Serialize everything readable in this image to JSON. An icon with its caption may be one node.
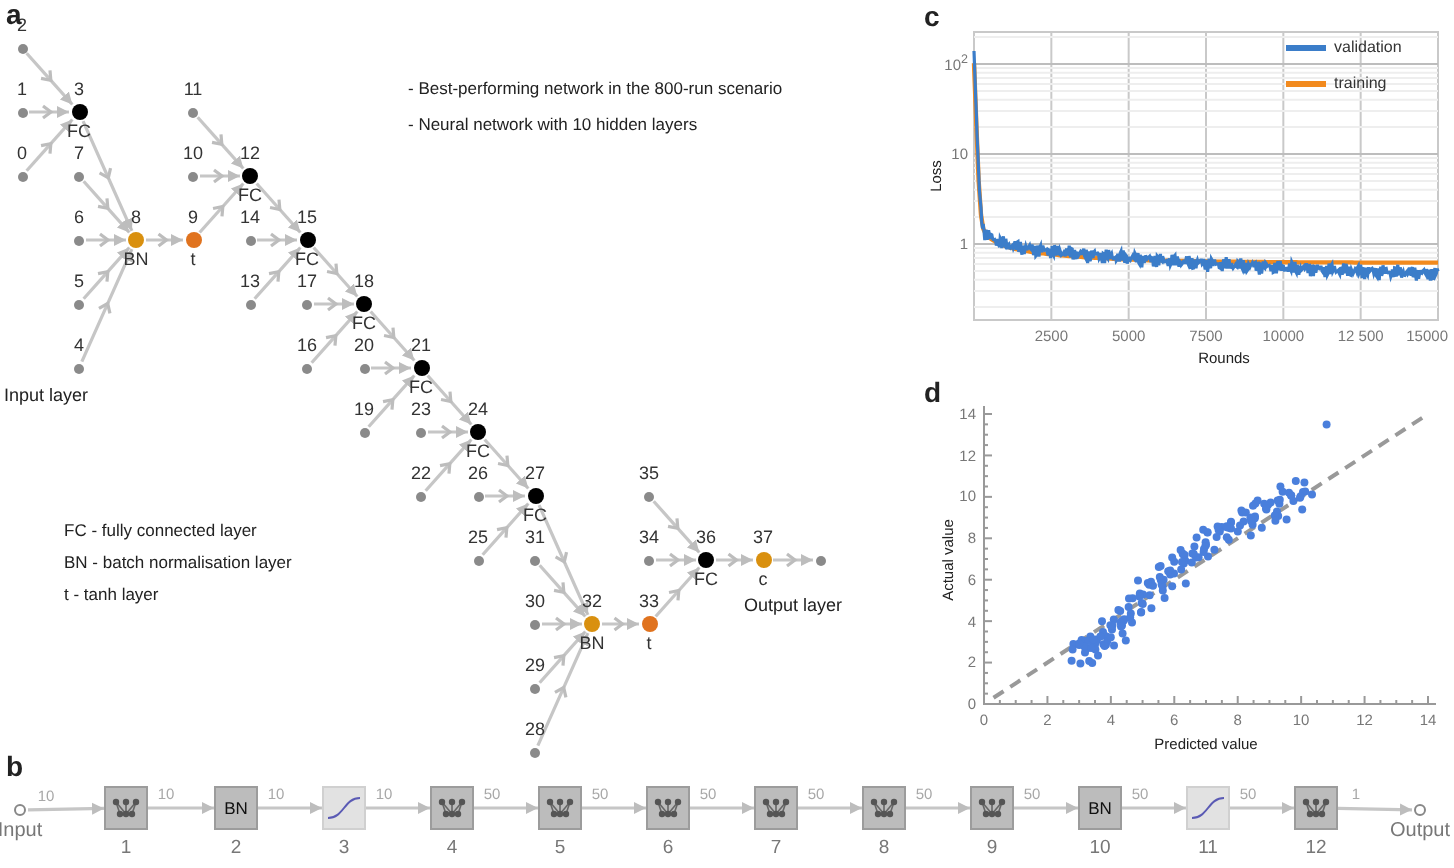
{
  "diagram": {
    "nodes": [
      {
        "text": [
          "0"
        ]
      },
      {
        "text": [
          "1"
        ]
      },
      {
        "text": [
          "2"
        ]
      },
      {
        "text": [
          "3",
          "FC"
        ]
      },
      {
        "text": [
          "4"
        ]
      },
      {
        "text": [
          "5"
        ]
      },
      {
        "text": [
          "6"
        ]
      },
      {
        "text": [
          "7"
        ]
      },
      {
        "text": [
          "8",
          "BN"
        ]
      },
      {
        "text": [
          "9",
          "t"
        ]
      },
      {
        "text": [
          "10"
        ]
      },
      {
        "text": [
          "11"
        ]
      },
      {
        "text": [
          "12",
          "FC"
        ]
      },
      {
        "text": [
          "13"
        ]
      },
      {
        "text": [
          "14"
        ]
      },
      {
        "text": [
          "15",
          "FC"
        ]
      },
      {
        "text": [
          "16"
        ]
      },
      {
        "text": [
          "17"
        ]
      },
      {
        "text": [
          "18",
          "FC"
        ]
      },
      {
        "text": [
          "19"
        ]
      },
      {
        "text": [
          "20"
        ]
      },
      {
        "text": [
          "21",
          "FC"
        ]
      },
      {
        "text": [
          "22"
        ]
      },
      {
        "text": [
          "23"
        ]
      },
      {
        "text": [
          "24",
          "FC"
        ]
      },
      {
        "text": [
          "25"
        ]
      },
      {
        "text": [
          "26"
        ]
      },
      {
        "text": [
          "27",
          "FC"
        ]
      },
      {
        "text": [
          "28"
        ]
      },
      {
        "text": [
          "29"
        ]
      },
      {
        "text": [
          "30"
        ]
      },
      {
        "text": [
          "31"
        ]
      },
      {
        "text": [
          "32",
          "BN"
        ]
      },
      {
        "text": [
          "33",
          "t"
        ]
      },
      {
        "text": [
          "34"
        ]
      },
      {
        "text": [
          "35"
        ]
      },
      {
        "text": [
          "36",
          "FC"
        ]
      },
      {
        "text": [
          "37",
          "c"
        ]
      },
      {
        "text": [],
        "shape": "circle"
      },
      {
        "text": [],
        "shape": "circle",
        "beside": [
          "Input"
        ]
      },
      {
        "text": [],
        "shape": "box",
        "beside": [
          "1"
        ]
      },
      {
        "text": [
          "BN"
        ],
        "beside": [
          "2"
        ]
      },
      {
        "text": [],
        "shape": "box",
        "beside": [
          "3"
        ]
      },
      {
        "text": [],
        "shape": "box",
        "beside": [
          "4"
        ]
      },
      {
        "text": [],
        "shape": "box",
        "beside": [
          "5"
        ]
      },
      {
        "text": [],
        "shape": "box",
        "beside": [
          "6"
        ]
      },
      {
        "text": [],
        "shape": "box",
        "beside": [
          "7"
        ]
      },
      {
        "text": [],
        "shape": "box",
        "beside": [
          "8"
        ]
      },
      {
        "text": [],
        "shape": "box",
        "beside": [
          "9"
        ]
      },
      {
        "text": [
          "BN"
        ],
        "beside": [
          "10"
        ]
      },
      {
        "text": [],
        "shape": "box",
        "beside": [
          "11"
        ]
      },
      {
        "text": [],
        "shape": "box",
        "beside": [
          "12"
        ]
      },
      {
        "text": [],
        "shape": "circle",
        "beside": [
          "Output"
        ]
      }
    ],
    "edges": [
      {
        "from": 2,
        "to": 3,
        "arrow": "to"
      },
      {
        "from": 1,
        "to": 3,
        "arrow": "to"
      },
      {
        "from": 0,
        "to": 3,
        "arrow": "to"
      },
      {
        "from": 3,
        "to": 8,
        "arrow": "to"
      },
      {
        "from": 7,
        "to": 8,
        "arrow": "to"
      },
      {
        "from": 6,
        "to": 8,
        "arrow": "to"
      },
      {
        "from": 5,
        "to": 8,
        "arrow": "to"
      },
      {
        "from": 4,
        "to": 8,
        "arrow": "to"
      },
      {
        "from": 8,
        "to": 9,
        "arrow": "to"
      },
      {
        "from": 11,
        "to": 12,
        "arrow": "to"
      },
      {
        "from": 10,
        "to": 12,
        "arrow": "to"
      },
      {
        "from": 9,
        "to": 12,
        "arrow": "to"
      },
      {
        "from": 12,
        "to": 15,
        "arrow": "to"
      },
      {
        "from": 14,
        "to": 15,
        "arrow": "to"
      },
      {
        "from": 13,
        "to": 15,
        "arrow": "to"
      },
      {
        "from": 15,
        "to": 18,
        "arrow": "to"
      },
      {
        "from": 17,
        "to": 18,
        "arrow": "to"
      },
      {
        "from": 16,
        "to": 18,
        "arrow": "to"
      },
      {
        "from": 18,
        "to": 21,
        "arrow": "to"
      },
      {
        "from": 20,
        "to": 21,
        "arrow": "to"
      },
      {
        "from": 19,
        "to": 21,
        "arrow": "to"
      },
      {
        "from": 21,
        "to": 24,
        "arrow": "to"
      },
      {
        "from": 23,
        "to": 24,
        "arrow": "to"
      },
      {
        "from": 22,
        "to": 24,
        "arrow": "to"
      },
      {
        "from": 24,
        "to": 27,
        "arrow": "to"
      },
      {
        "from": 26,
        "to": 27,
        "arrow": "to"
      },
      {
        "from": 25,
        "to": 27,
        "arrow": "to"
      },
      {
        "from": 27,
        "to": 32,
        "arrow": "to"
      },
      {
        "from": 31,
        "to": 32,
        "arrow": "to"
      },
      {
        "from": 30,
        "to": 32,
        "arrow": "to"
      },
      {
        "from": 29,
        "to": 32,
        "arrow": "to"
      },
      {
        "from": 28,
        "to": 32,
        "arrow": "to"
      },
      {
        "from": 32,
        "to": 33,
        "arrow": "to"
      },
      {
        "from": 35,
        "to": 36,
        "arrow": "to"
      },
      {
        "from": 34,
        "to": 36,
        "arrow": "to"
      },
      {
        "from": 33,
        "to": 36,
        "arrow": "to"
      },
      {
        "from": 36,
        "to": 37,
        "arrow": "to"
      },
      {
        "from": 37,
        "to": 38,
        "arrow": "to"
      },
      {
        "from": 39,
        "to": 40,
        "arrow": "to",
        "label": "10"
      },
      {
        "from": 40,
        "to": 41,
        "arrow": "to",
        "label": "10"
      },
      {
        "from": 41,
        "to": 42,
        "arrow": "to",
        "label": "10"
      },
      {
        "from": 42,
        "to": 43,
        "arrow": "to",
        "label": "10"
      },
      {
        "from": 43,
        "to": 44,
        "arrow": "to",
        "label": "50"
      },
      {
        "from": 44,
        "to": 45,
        "arrow": "to",
        "label": "50"
      },
      {
        "from": 45,
        "to": 46,
        "arrow": "to",
        "label": "50"
      },
      {
        "from": 46,
        "to": 47,
        "arrow": "to",
        "label": "50"
      },
      {
        "from": 47,
        "to": 48,
        "arrow": "to",
        "label": "50"
      },
      {
        "from": 48,
        "to": 49,
        "arrow": "to",
        "label": "50"
      },
      {
        "from": 49,
        "to": 50,
        "arrow": "to",
        "label": "50"
      },
      {
        "from": 50,
        "to": 51,
        "arrow": "to",
        "label": "50"
      },
      {
        "from": 51,
        "to": 52,
        "arrow": "to",
        "label": "1"
      }
    ],
    "labels": [
      "a",
      "- Best-performing network in the 800-run scenario",
      "- Neural network with 10 hidden layers",
      "Input layer",
      "Output layer",
      "FC - fully connected layer",
      "BN - batch normalisation layer",
      "t - tanh layer",
      "b",
      "c",
      "10$^{2}$",
      "10",
      "1",
      "Loss",
      "2500",
      "5000",
      "7500",
      "10000",
      "12 500",
      "15000",
      "Rounds",
      "d",
      "14",
      "12",
      "10",
      "8",
      "6",
      "4",
      "2",
      "0",
      "Actual value",
      "0",
      "2",
      "4",
      "6",
      "8",
      "10",
      "12",
      "14",
      "Predicted value"
    ],
    "legend": [
      {
        "text": "validation",
        "color": "#3b7dc9"
      },
      {
        "text": "training",
        "color": "#f28a1e"
      }
    ]
  }
}
